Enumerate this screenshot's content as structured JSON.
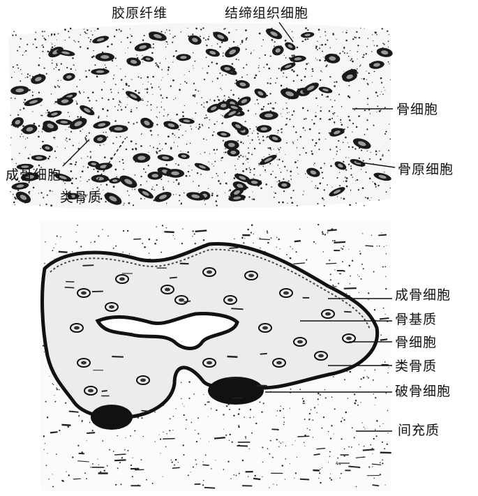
{
  "figure": {
    "top_panel": {
      "labels": {
        "collagen_fibers": "胶原纤维",
        "connective_tissue_cells": "结缔组织细胞",
        "osteocyte": "骨细胞",
        "osteoblast": "成骨细胞",
        "osteoprogenitor_cell": "骨原细胞",
        "osteoid": "类骨质"
      }
    },
    "bottom_panel": {
      "labels": {
        "osteoblast": "成骨细胞",
        "bone_matrix": "骨基质",
        "osteocyte": "骨细胞",
        "osteoid": "类骨质",
        "osteoclast": "破骨细胞",
        "mesenchyme": "间充质"
      }
    }
  },
  "colors": {
    "ink": "#111111",
    "stipple": "#2a2a2a",
    "background": "#ffffff"
  }
}
